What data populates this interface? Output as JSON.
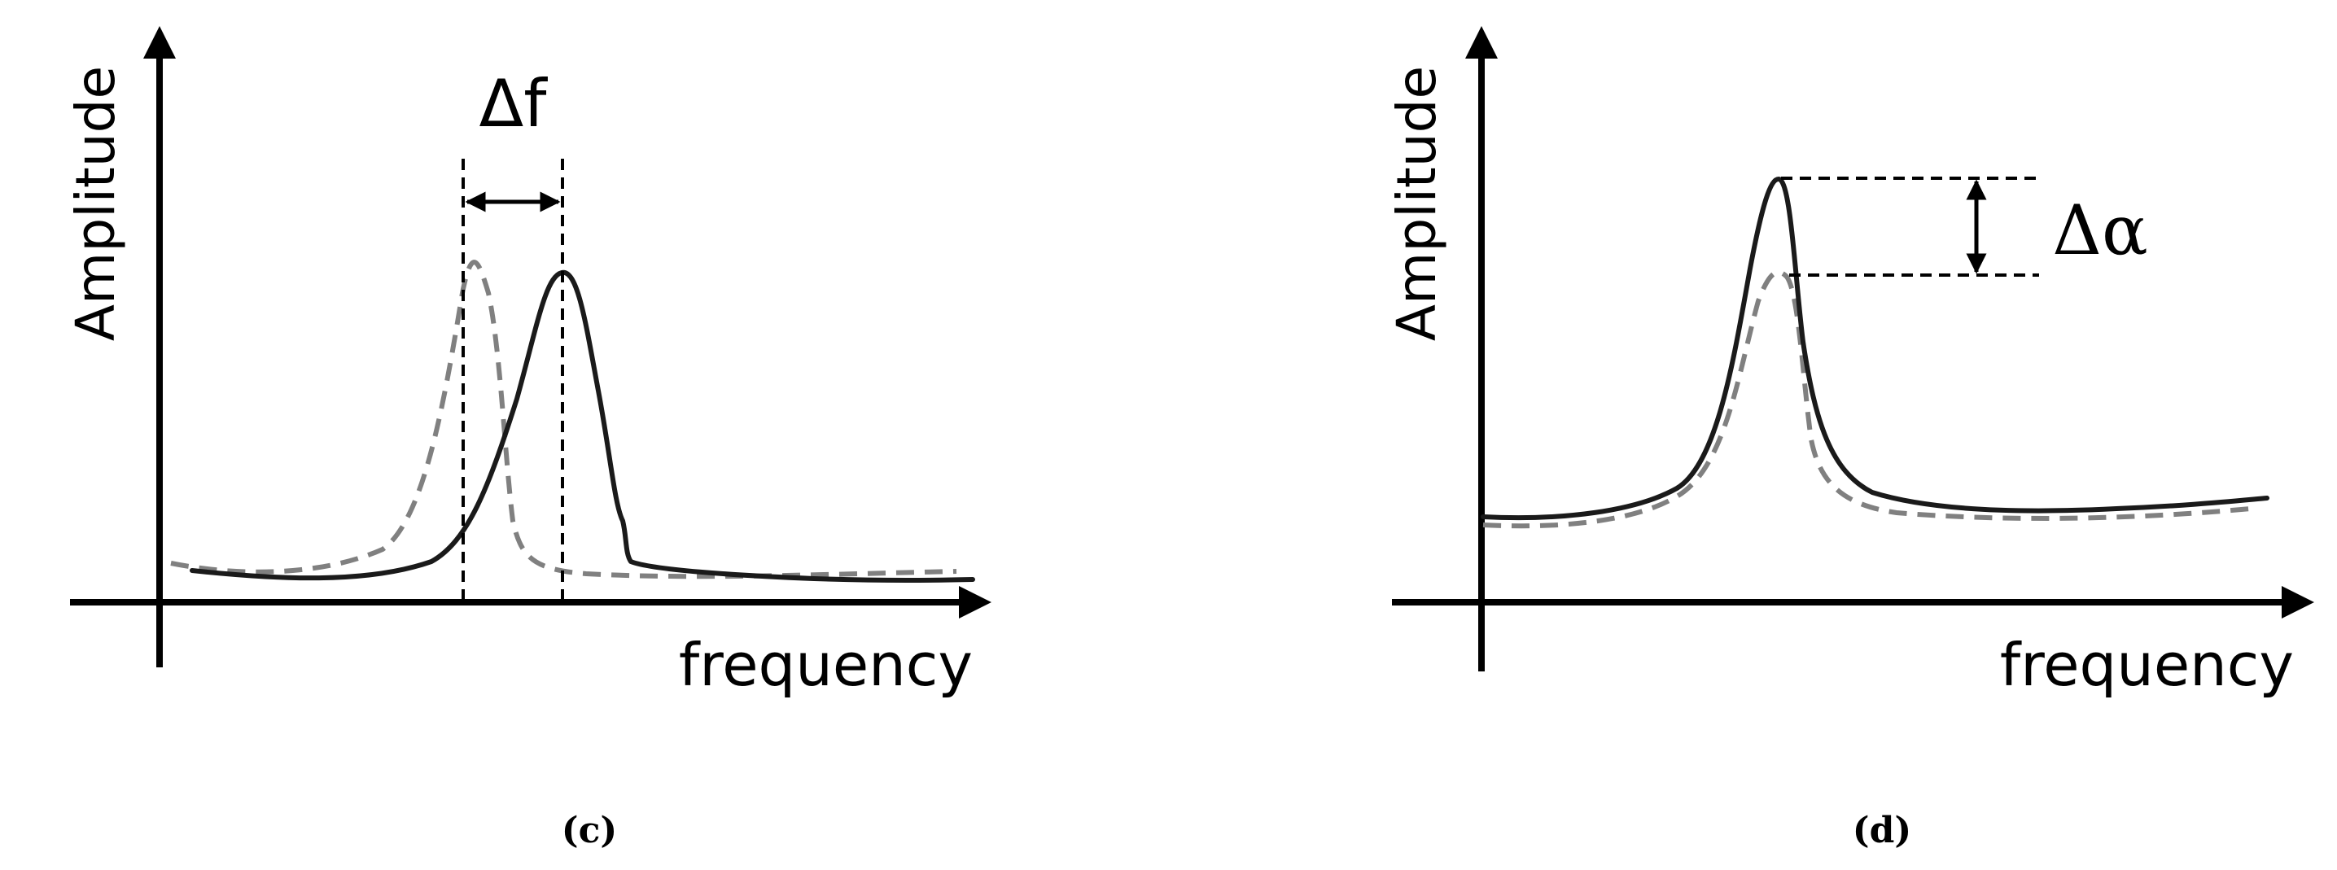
{
  "panels": [
    {
      "id": "c",
      "panel_label": "(c)",
      "y_axis_label": "Amplitude",
      "x_axis_label": "frequency",
      "annotation": "Δf"
    },
    {
      "id": "d",
      "panel_label": "(d)",
      "y_axis_label": "Amplitude",
      "x_axis_label": "frequency",
      "annotation": "Δα"
    }
  ],
  "colors": {
    "solid_curve": "#1a1a1a",
    "dashed_curve": "#808080",
    "axes": "#000000",
    "background": "#ffffff"
  }
}
